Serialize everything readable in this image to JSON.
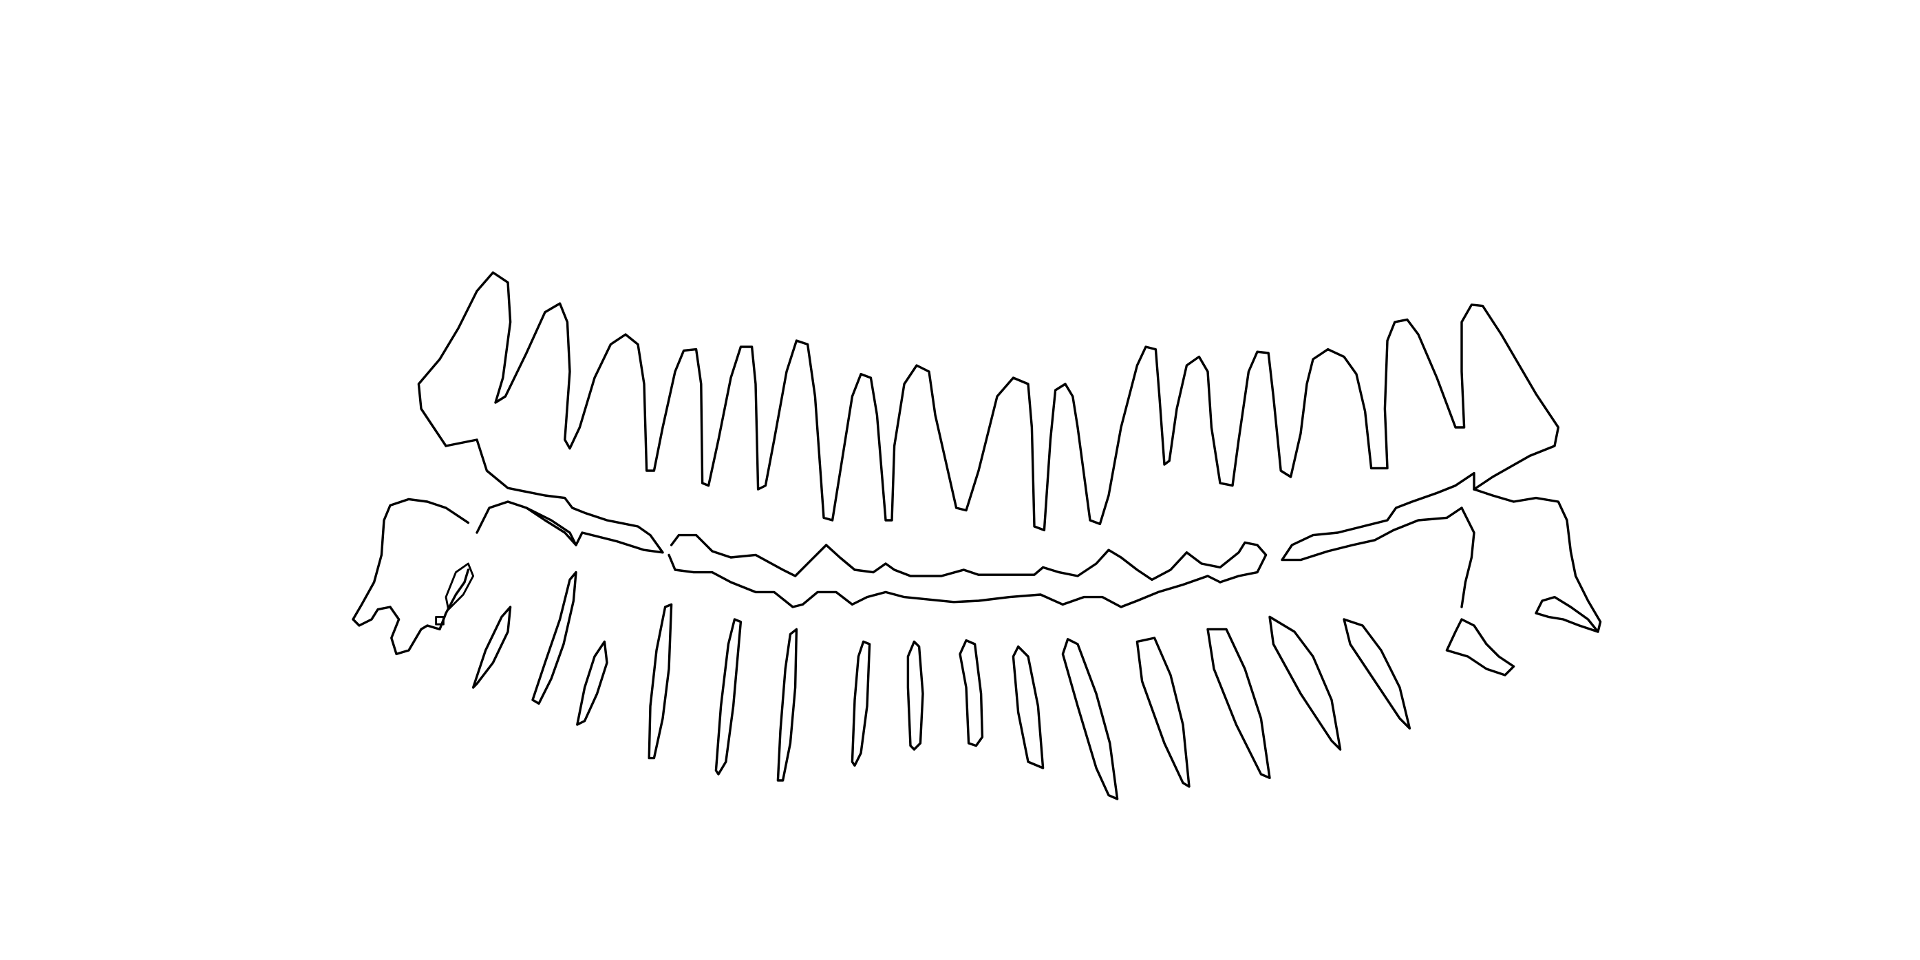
{
  "image": {
    "background_color": "#ffffff",
    "line_color": "#000000",
    "subject": "dental-arch-outline",
    "upper_teeth_count": 16,
    "lower_teeth_count": 16
  }
}
